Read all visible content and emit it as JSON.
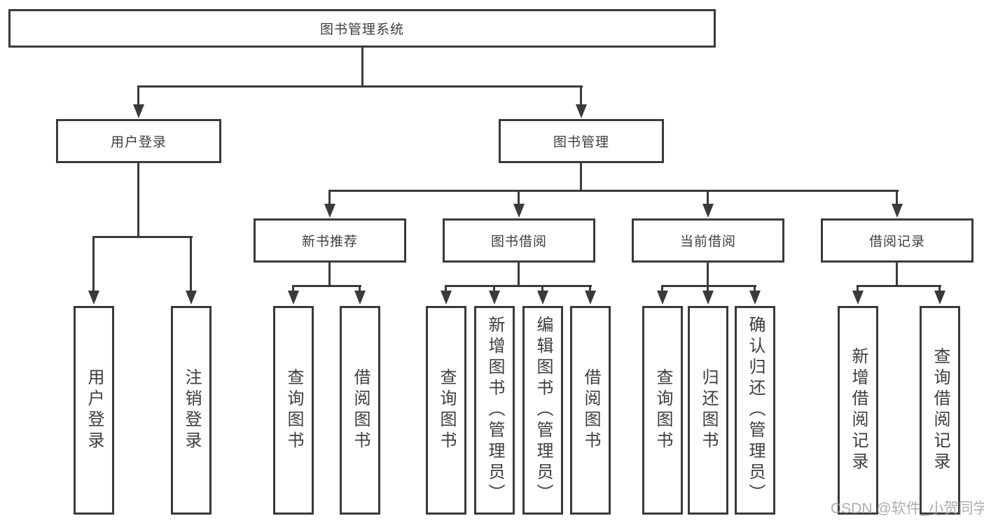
{
  "diagram": {
    "title": "图书管理系统",
    "branches": [
      {
        "label": "用户登录",
        "leaves": [
          "用户登录",
          "注销登录"
        ]
      },
      {
        "label": "图书管理",
        "children": [
          {
            "label": "新书推荐",
            "leaves": [
              "查询图书",
              "借阅图书"
            ]
          },
          {
            "label": "图书借阅",
            "leaves": [
              "查询图书",
              "新增图书（管理员）",
              "编辑图书（管理员）",
              "借阅图书"
            ]
          },
          {
            "label": "当前借阅",
            "leaves": [
              "查询图书",
              "归还图书",
              "确认归还（管理员）"
            ]
          },
          {
            "label": "借阅记录",
            "leaves": [
              "新增借阅记录",
              "查询借阅记录"
            ]
          }
        ]
      }
    ]
  },
  "watermark": {
    "text": "CSDN @软件_小贺同学",
    "color": "#9f9f9f"
  },
  "colors": {
    "line": "#3a3a3a",
    "text": "#3d3d3d",
    "background": "#ffffff"
  }
}
